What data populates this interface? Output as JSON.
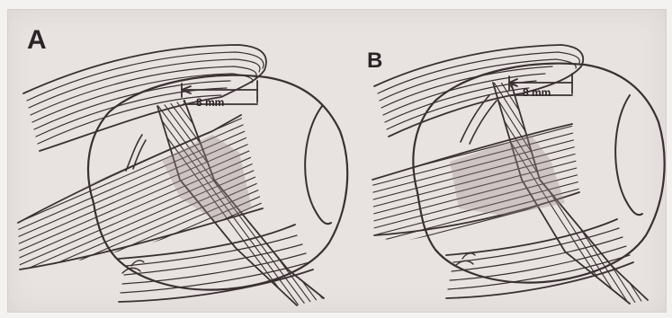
{
  "panels": [
    {
      "label": "A",
      "measurement": "8 mm"
    },
    {
      "label": "B",
      "measurement": "8 mm"
    }
  ],
  "colors": {
    "background": "#e8e3e1",
    "ink": "#3a3032",
    "muscle_shade": "#9a8a8c"
  }
}
